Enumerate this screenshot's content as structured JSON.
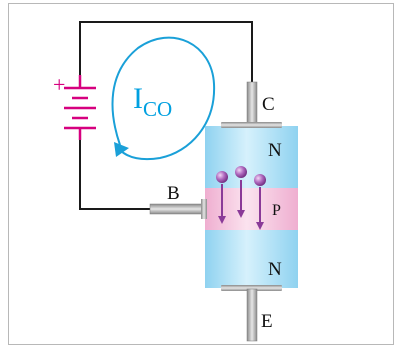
{
  "diagram": {
    "labels": {
      "current": "I",
      "current_subscript": "CO",
      "collector": "C",
      "base": "B",
      "emitter": "E",
      "region_top": "N",
      "region_middle": "P",
      "region_bottom": "N",
      "battery_plus": "+"
    },
    "colors": {
      "frame": "#b8b8b8",
      "wire": "#1a1a1a",
      "battery": "#d6007f",
      "current_loop": "#1aa0d8",
      "current_text": "#00a0e0",
      "n_region": "#a8ddf3",
      "p_region": "#f3c3dc",
      "metal": "#b0b0b0",
      "carrier": "#9b4aa8",
      "label": "#111111"
    },
    "icons": {
      "battery": "battery-symbol",
      "carrier": "minority-carrier-sphere"
    }
  }
}
